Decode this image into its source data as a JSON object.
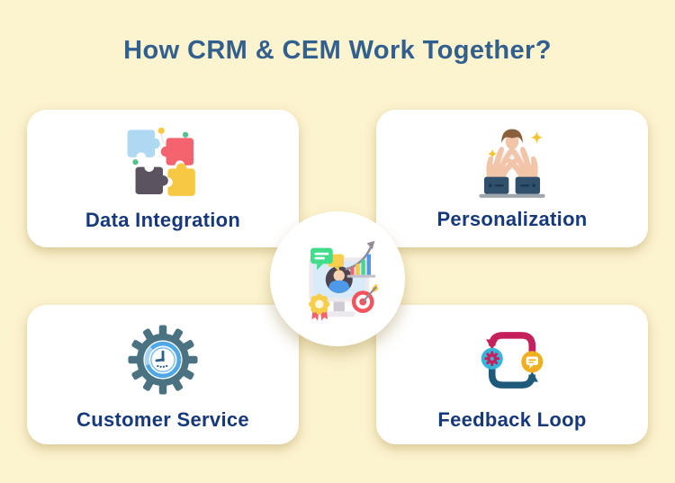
{
  "title": "How CRM & CEM Work Together?",
  "cards": [
    {
      "id": "data-integration",
      "label": "Data Integration",
      "icon": "puzzle-icon"
    },
    {
      "id": "personalization",
      "label": "Personalization",
      "icon": "hands-holding-person-icon"
    },
    {
      "id": "customer-service",
      "label": "Customer Service",
      "icon": "gear-clock-icon"
    },
    {
      "id": "feedback-loop",
      "label": "Feedback Loop",
      "icon": "feedback-loop-arrows-icon"
    }
  ],
  "center": {
    "icon": "crm-monitor-analytics-icon"
  },
  "colors": {
    "background": "#FCF3CF",
    "title": "#32608E",
    "card_label": "#17397B",
    "card_background": "#FFFFFF",
    "icon_palette": {
      "red": "#F4626E",
      "yellow": "#F7C844",
      "green": "#4CD58A",
      "blue": "#4D9BE8",
      "light_blue": "#AFD9F2",
      "dark_gray": "#5B5460",
      "crimson": "#C5205C",
      "teal": "#1E5B7A",
      "cyan": "#35B5D9",
      "amber": "#EFAF1F",
      "gear_slate": "#4A7280",
      "skin": "#F2C5A8",
      "navy_cuff": "#30506B",
      "hair_brown": "#8A5F3C"
    }
  }
}
